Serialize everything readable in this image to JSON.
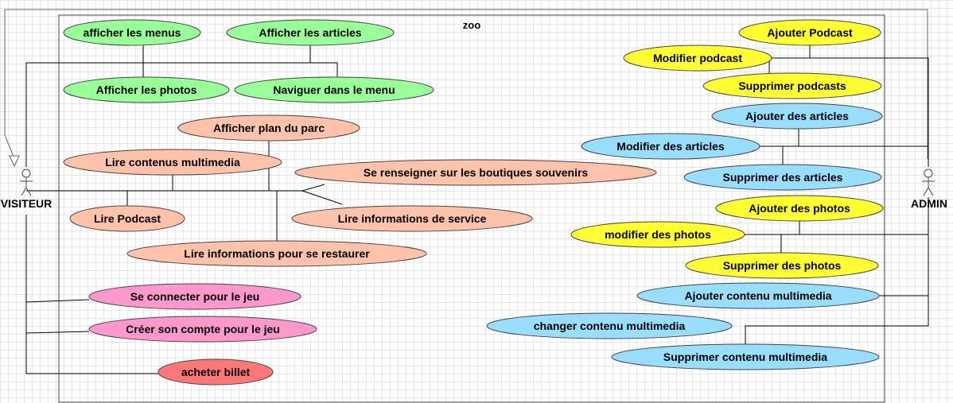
{
  "system": {
    "title": "zoo"
  },
  "actors": {
    "visitor": {
      "label": "VISITEUR"
    },
    "admin": {
      "label": "ADMIN"
    }
  },
  "colors": {
    "green": "#99ff99",
    "salmon": "#ffc2aa",
    "pink": "#ff99cc",
    "red": "#ff7777",
    "yellow": "#ffff33",
    "blue": "#99ddff",
    "stroke": "#444444",
    "line": "#000000"
  },
  "use_cases": [
    {
      "id": "afficher-menus",
      "label": "afficher les menus",
      "color": "green",
      "actor": "visitor"
    },
    {
      "id": "afficher-articles",
      "label": "Afficher les articles",
      "color": "green",
      "actor": "visitor"
    },
    {
      "id": "afficher-photos",
      "label": "Afficher les photos",
      "color": "green",
      "actor": "visitor"
    },
    {
      "id": "naviguer-menu",
      "label": "Naviguer dans le menu",
      "color": "green",
      "actor": "visitor"
    },
    {
      "id": "afficher-plan",
      "label": "Afficher plan du parc",
      "color": "salmon",
      "actor": "visitor"
    },
    {
      "id": "lire-multimedia",
      "label": "Lire contenus multimedia",
      "color": "salmon",
      "actor": "visitor"
    },
    {
      "id": "boutiques",
      "label": "Se renseigner sur les boutiques souvenirs",
      "color": "salmon",
      "actor": "visitor"
    },
    {
      "id": "lire-podcast",
      "label": "Lire Podcast",
      "color": "salmon",
      "actor": "visitor"
    },
    {
      "id": "lire-service",
      "label": "Lire informations de service",
      "color": "salmon",
      "actor": "visitor"
    },
    {
      "id": "lire-restaurer",
      "label": "Lire informations pour se restaurer",
      "color": "salmon",
      "actor": "visitor"
    },
    {
      "id": "se-connecter",
      "label": "Se connecter pour le jeu",
      "color": "pink",
      "actor": "visitor"
    },
    {
      "id": "creer-compte",
      "label": "Créer son compte pour le jeu",
      "color": "pink",
      "actor": "visitor"
    },
    {
      "id": "acheter-billet",
      "label": "acheter billet",
      "color": "red",
      "actor": "visitor"
    },
    {
      "id": "ajouter-podcast",
      "label": "Ajouter Podcast",
      "color": "yellow",
      "actor": "admin"
    },
    {
      "id": "modifier-podcast",
      "label": "Modifier podcast",
      "color": "yellow",
      "actor": "admin"
    },
    {
      "id": "supprimer-podcasts",
      "label": "Supprimer podcasts",
      "color": "yellow",
      "actor": "admin"
    },
    {
      "id": "ajouter-articles",
      "label": "Ajouter des articles",
      "color": "blue",
      "actor": "admin"
    },
    {
      "id": "modifier-articles",
      "label": "Modifier des articles",
      "color": "blue",
      "actor": "admin"
    },
    {
      "id": "supprimer-articles",
      "label": "Supprimer des articles",
      "color": "blue",
      "actor": "admin"
    },
    {
      "id": "ajouter-photos",
      "label": "Ajouter des photos",
      "color": "yellow",
      "actor": "admin"
    },
    {
      "id": "modifier-photos",
      "label": "modifier des photos",
      "color": "yellow",
      "actor": "admin"
    },
    {
      "id": "supprimer-photos",
      "label": "Supprimer des photos",
      "color": "yellow",
      "actor": "admin"
    },
    {
      "id": "ajouter-multimedia",
      "label": "Ajouter contenu multimedia",
      "color": "blue",
      "actor": "admin"
    },
    {
      "id": "changer-multimedia",
      "label": "changer contenu multimedia",
      "color": "blue",
      "actor": "admin"
    },
    {
      "id": "supprimer-multimedia",
      "label": "Supprimer contenu multimedia",
      "color": "blue",
      "actor": "admin"
    }
  ]
}
